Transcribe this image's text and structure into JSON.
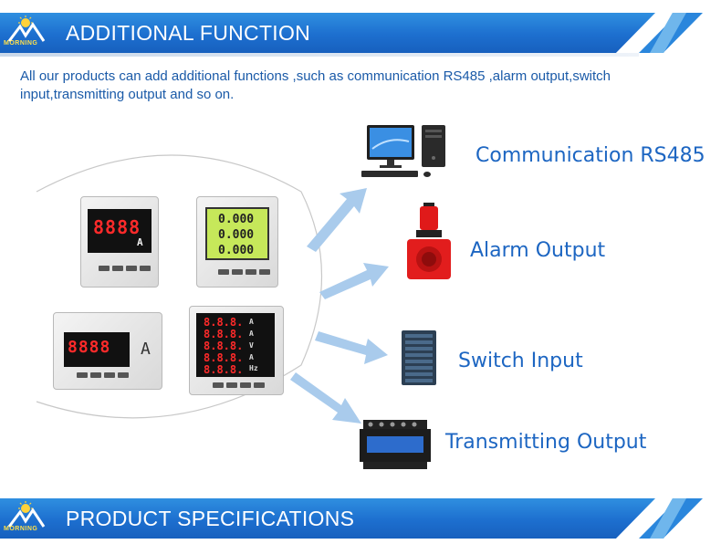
{
  "header": {
    "logo_text": "MORNING",
    "title": "ADDITIONAL FUNCTION"
  },
  "intro": {
    "text": "All our products can add additional functions ,such as  communication RS485 ,alarm output,switch input,transmitting output and so on."
  },
  "devices": {
    "meter1": {
      "display": "8888",
      "unit": "A"
    },
    "meter2": {
      "rows": [
        "0.000",
        "0.000",
        "0.000"
      ]
    },
    "meter3": {
      "display": "8888",
      "unit": "A"
    },
    "meter4": {
      "units": [
        "A",
        "A",
        "V",
        "A",
        "Hz"
      ]
    }
  },
  "functions": [
    {
      "label": "Communication RS485",
      "icon": "computer-icon"
    },
    {
      "label": "Alarm Output",
      "icon": "alarm-light-icon"
    },
    {
      "label": "Switch Input",
      "icon": "switch-module-icon"
    },
    {
      "label": "Transmitting Output",
      "icon": "transmitter-icon"
    }
  ],
  "footer": {
    "logo_text": "MORNING",
    "title": "PRODUCT SPECIFICATIONS"
  },
  "colors": {
    "banner_blue": "#1d6fcf",
    "text_blue": "#1d66c2",
    "arrow_blue": "#a9cbec"
  }
}
